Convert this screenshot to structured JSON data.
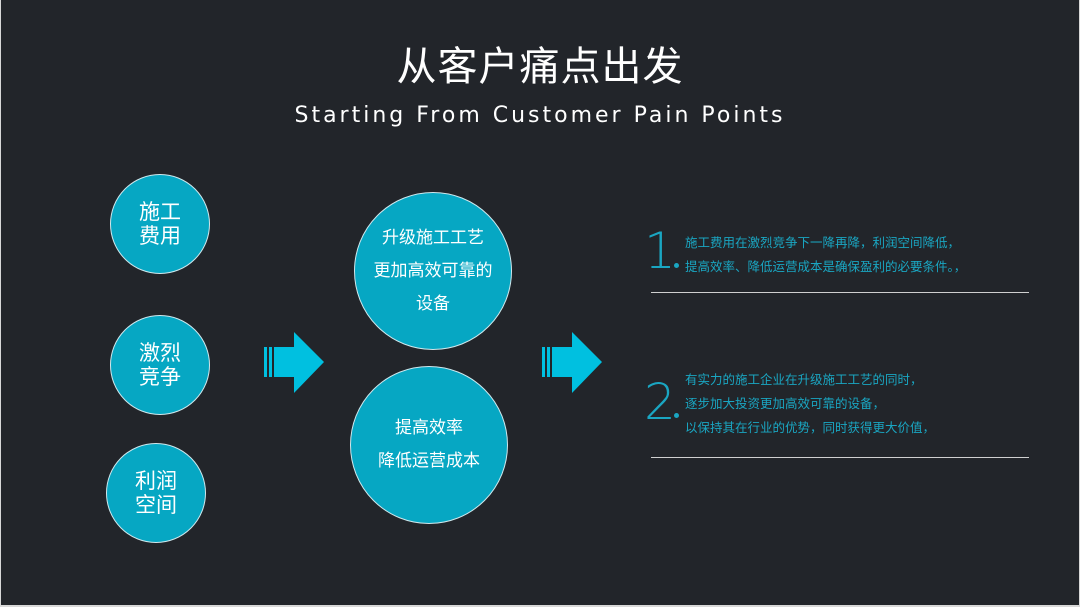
{
  "title": "从客户痛点出发",
  "subtitle": "Starting From Customer Pain Points",
  "colors": {
    "background": "#22252a",
    "accent": "#06a7c3",
    "arrow": "#00c0e0",
    "text": "#ffffff",
    "point_text": "#1aa6c2"
  },
  "pain_points": [
    {
      "line1": "施工",
      "line2": "费用"
    },
    {
      "line1": "激烈",
      "line2": "竞争"
    },
    {
      "line1": "利润",
      "line2": "空间"
    }
  ],
  "solutions": [
    {
      "lines": [
        "升级施工工艺",
        "更加高效可靠的",
        "设备"
      ]
    },
    {
      "lines": [
        "提高效率",
        "降低运营成本"
      ]
    }
  ],
  "arrows": [
    "right-arrow-icon",
    "right-arrow-icon"
  ],
  "points": [
    {
      "number": "1",
      "lines": [
        "施工费用在激烈竞争下一降再降，利润空间降低，",
        "提高效率、降低运营成本是确保盈利的必要条件。，"
      ]
    },
    {
      "number": "2",
      "lines": [
        "有实力的施工企业在升级施工工艺的同时，",
        "逐步加大投资更加高效可靠的设备，",
        "以保持其在行业的优势，同时获得更大价值，"
      ]
    }
  ]
}
